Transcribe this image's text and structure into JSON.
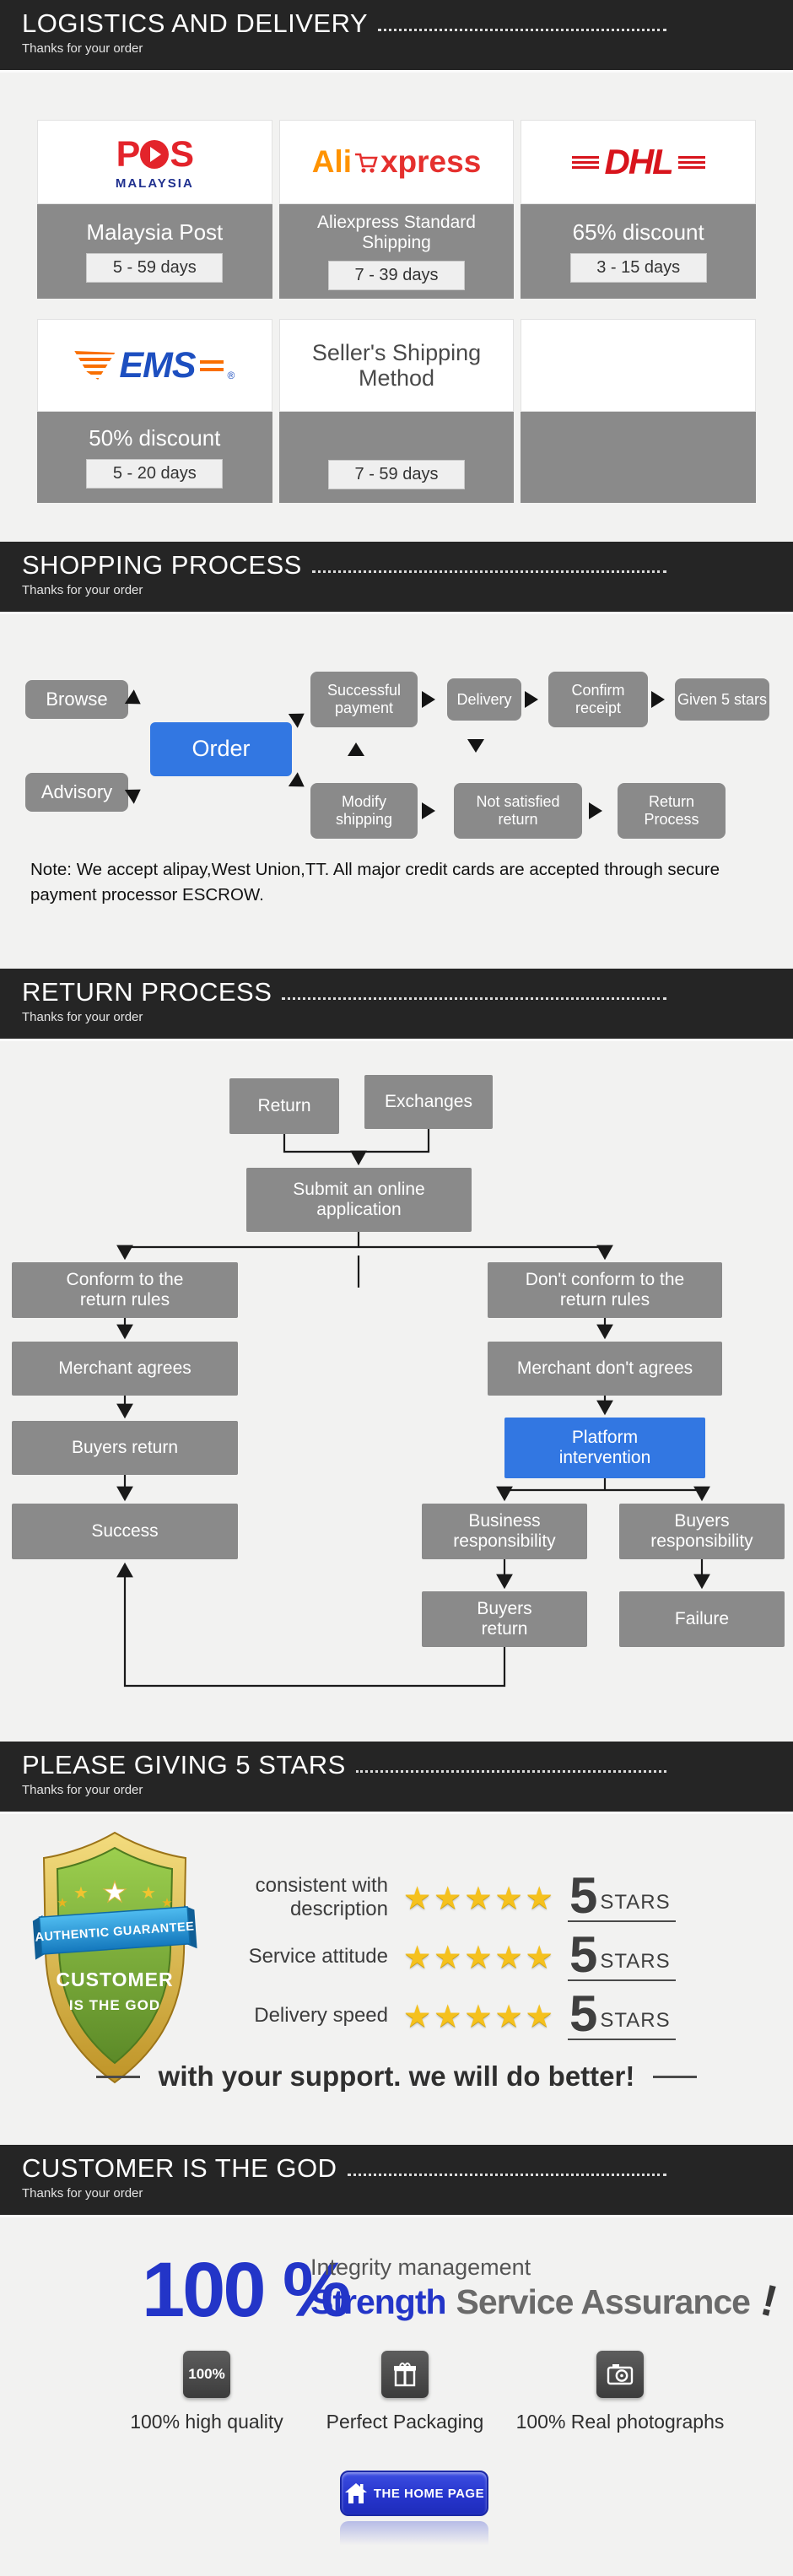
{
  "headers": {
    "logistics": {
      "title": "LOGISTICS AND DELIVERY",
      "subtitle": "Thanks for your order"
    },
    "shopping": {
      "title": "SHOPPING PROCESS",
      "subtitle": "Thanks for your order"
    },
    "returns": {
      "title": "RETURN PROCESS",
      "subtitle": "Thanks for your order"
    },
    "stars": {
      "title": "PLEASE GIVING 5 STARS",
      "subtitle": "Thanks for your order"
    },
    "customer": {
      "title": "CUSTOMER IS THE GOD",
      "subtitle": "Thanks for your order"
    }
  },
  "logistics": {
    "pos": {
      "p": "P",
      "s": "S",
      "sub": "MALAYSIA",
      "service": "Malaysia Post",
      "days": "5 - 59 days"
    },
    "aliexpress": {
      "ali": "Ali",
      "xpress": "xpress",
      "service": "Aliexpress Standard\nShipping",
      "days": "7 - 39 days"
    },
    "dhl": {
      "name": "DHL",
      "service": "65% discount",
      "days": "3 - 15 days"
    },
    "ems": {
      "name": "EMS",
      "reg": "®",
      "service": "50% discount",
      "days": "5 - 20 days"
    },
    "seller": {
      "name": "Seller's Shipping\nMethod",
      "days": "7 - 59 days"
    }
  },
  "shopping": {
    "browse": "Browse",
    "advisory": "Advisory",
    "order": "Order",
    "successful_payment": "Successful\npayment",
    "delivery": "Delivery",
    "confirm_receipt": "Confirm\nreceipt",
    "given_5_stars": "Given 5 stars",
    "modify_shipping": "Modify\nshipping",
    "not_satisfied_return": "Not satisfied\nreturn",
    "return_process": "Return\nProcess",
    "note": "Note: We accept alipay,West Union,TT. All major credit cards are accepted through secure payment processor ESCROW."
  },
  "returns": {
    "return": "Return",
    "exchanges": "Exchanges",
    "submit": "Submit an online\napplication",
    "conform": "Conform to the\nreturn rules",
    "dont_conform": "Don't conform to the\nreturn rules",
    "merchant_agrees": "Merchant agrees",
    "merchant_dont_agrees": "Merchant don't agrees",
    "buyers_return": "Buyers return",
    "platform": "Platform\nintervention",
    "success": "Success",
    "business_responsibility": "Business\nresponsibility",
    "buyers_responsibility": "Buyers\nresponsibility",
    "buyers_return_2": "Buyers\nreturn",
    "failure": "Failure"
  },
  "stars": {
    "badge": {
      "ribbon": "AUTHENTIC GUARANTEE",
      "line1": "CUSTOMER",
      "line2": "IS THE GOD",
      "star": "★"
    },
    "rows": [
      {
        "label": "consistent with description",
        "stars": "★★★★★",
        "score": "5",
        "unit": "STARS"
      },
      {
        "label": "Service attitude",
        "stars": "★★★★★",
        "score": "5",
        "unit": "STARS"
      },
      {
        "label": "Delivery speed",
        "stars": "★★★★★",
        "score": "5",
        "unit": "STARS"
      }
    ],
    "footer": "with your support. we will do better!"
  },
  "customer": {
    "percent": "100 %",
    "line_small": "Integrity management",
    "strong_blue": "Strength",
    "strong_gray": "Service Assurance",
    "bang": "!",
    "features": [
      {
        "badge_text": "100%",
        "label": "100% high quality"
      },
      {
        "label": "Perfect Packaging"
      },
      {
        "label": "100% Real photographs"
      }
    ],
    "home_button": "THE HOME PAGE"
  }
}
